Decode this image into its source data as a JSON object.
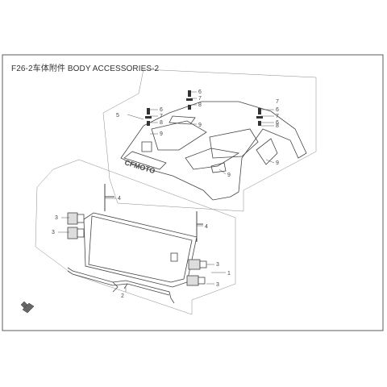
{
  "diagram": {
    "title": "F26-2车体附件 BODY ACCESSORIES-2",
    "brand_text": "CFMOTO",
    "callouts": {
      "c1": "1",
      "c2": "2",
      "c3a": "3",
      "c3b": "3",
      "c3c": "3",
      "c3d": "3",
      "c4a": "4",
      "c4b": "4",
      "c5": "5",
      "c6a": "6",
      "c6b": "6",
      "c6c": "6",
      "c6d": "6",
      "c7a": "7",
      "c7b": "7",
      "c7c": "7",
      "c7d": "7",
      "c8a": "8",
      "c8b": "8",
      "c8c": "8",
      "c9a": "9",
      "c9b": "9",
      "c9c": "9",
      "c9d": "9"
    },
    "colors": {
      "line": "#555555",
      "frame": "#333333"
    }
  }
}
